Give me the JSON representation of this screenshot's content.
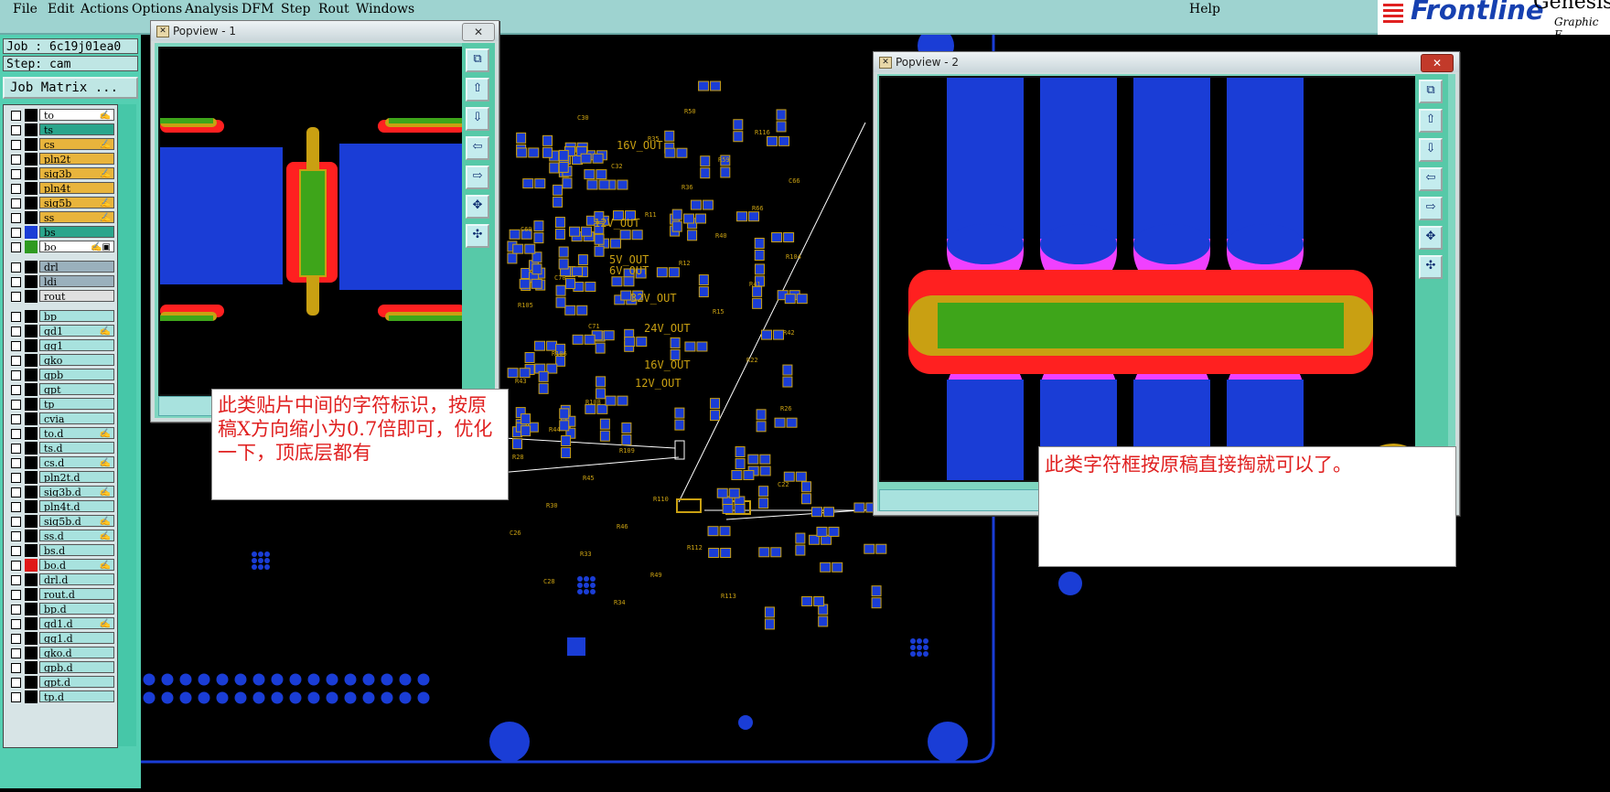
{
  "menubar": {
    "items": [
      "File",
      "Edit",
      "Actions",
      "Options",
      "Analysis",
      "DFM",
      "Step",
      "Rout",
      "Windows"
    ],
    "help": "Help"
  },
  "logo": {
    "brand": "Frontline",
    "brand2": "Genesis",
    "subtitle": "Graphic E"
  },
  "job": {
    "job_line": "Job : 6c19j01ea0",
    "step_line": "Step: cam",
    "matrix_button": "Job Matrix ..."
  },
  "layers": [
    {
      "name": "to",
      "color": "#ffffff",
      "swatch": "#000000",
      "mark": "✍"
    },
    {
      "name": "ts",
      "color": "#2aa58c",
      "swatch": "#000000",
      "mark": ""
    },
    {
      "name": "cs",
      "color": "#e8b43c",
      "swatch": "#000000",
      "mark": "✍"
    },
    {
      "name": "pln2t",
      "color": "#e8b43c",
      "swatch": "#000000",
      "mark": ""
    },
    {
      "name": "sig3b",
      "color": "#e8b43c",
      "swatch": "#000000",
      "mark": "✍"
    },
    {
      "name": "pln4t",
      "color": "#e8b43c",
      "swatch": "#000000",
      "mark": ""
    },
    {
      "name": "sig5b",
      "color": "#e8b43c",
      "swatch": "#000000",
      "mark": "✍"
    },
    {
      "name": "ss",
      "color": "#e8b43c",
      "swatch": "#000000",
      "mark": "✍"
    },
    {
      "name": "bs",
      "color": "#2aa58c",
      "swatch": "#1a3dd6",
      "mark": ""
    },
    {
      "name": "bo",
      "color": "#ffffff",
      "swatch": "#2e9a20",
      "mark": "✍▣"
    },
    {
      "name": "drl",
      "color": "#9ab0bc",
      "swatch": "#000000",
      "mark": ""
    },
    {
      "name": "ldi",
      "color": "#9ab0bc",
      "swatch": "#000000",
      "mark": ""
    },
    {
      "name": "rout",
      "color": "#e0e0e0",
      "swatch": "#000000",
      "mark": ""
    },
    {
      "name": "bp",
      "color": "#a8e2de",
      "swatch": "#000000",
      "mark": ""
    },
    {
      "name": "gd1",
      "color": "#a8e2de",
      "swatch": "#000000",
      "mark": "✍"
    },
    {
      "name": "gg1",
      "color": "#a8e2de",
      "swatch": "#000000",
      "mark": ""
    },
    {
      "name": "gko",
      "color": "#a8e2de",
      "swatch": "#000000",
      "mark": ""
    },
    {
      "name": "gpb",
      "color": "#a8e2de",
      "swatch": "#000000",
      "mark": ""
    },
    {
      "name": "gpt",
      "color": "#a8e2de",
      "swatch": "#000000",
      "mark": ""
    },
    {
      "name": "tp",
      "color": "#a8e2de",
      "swatch": "#000000",
      "mark": ""
    },
    {
      "name": "cvia",
      "color": "#a8e2de",
      "swatch": "#000000",
      "mark": ""
    },
    {
      "name": "to.d",
      "color": "#a8e2de",
      "swatch": "#000000",
      "mark": "✍"
    },
    {
      "name": "ts.d",
      "color": "#a8e2de",
      "swatch": "#000000",
      "mark": ""
    },
    {
      "name": "cs.d",
      "color": "#a8e2de",
      "swatch": "#000000",
      "mark": "✍"
    },
    {
      "name": "pln2t.d",
      "color": "#a8e2de",
      "swatch": "#000000",
      "mark": ""
    },
    {
      "name": "sig3b.d",
      "color": "#a8e2de",
      "swatch": "#000000",
      "mark": "✍"
    },
    {
      "name": "pln4t.d",
      "color": "#a8e2de",
      "swatch": "#000000",
      "mark": ""
    },
    {
      "name": "sig5b.d",
      "color": "#a8e2de",
      "swatch": "#000000",
      "mark": "✍"
    },
    {
      "name": "ss.d",
      "color": "#a8e2de",
      "swatch": "#000000",
      "mark": "✍"
    },
    {
      "name": "bs.d",
      "color": "#a8e2de",
      "swatch": "#000000",
      "mark": ""
    },
    {
      "name": "bo.d",
      "color": "#a8e2de",
      "swatch": "#e01818",
      "mark": "✍"
    },
    {
      "name": "drl.d",
      "color": "#a8e2de",
      "swatch": "#000000",
      "mark": ""
    },
    {
      "name": "rout.d",
      "color": "#a8e2de",
      "swatch": "#000000",
      "mark": ""
    },
    {
      "name": "bp.d",
      "color": "#a8e2de",
      "swatch": "#000000",
      "mark": ""
    },
    {
      "name": "gd1.d",
      "color": "#a8e2de",
      "swatch": "#000000",
      "mark": "✍"
    },
    {
      "name": "gg1.d",
      "color": "#a8e2de",
      "swatch": "#000000",
      "mark": ""
    },
    {
      "name": "gko.d",
      "color": "#a8e2de",
      "swatch": "#000000",
      "mark": ""
    },
    {
      "name": "gpb.d",
      "color": "#a8e2de",
      "swatch": "#000000",
      "mark": ""
    },
    {
      "name": "gpt.d",
      "color": "#a8e2de",
      "swatch": "#000000",
      "mark": ""
    },
    {
      "name": "tp.d",
      "color": "#a8e2de",
      "swatch": "#000000",
      "mark": ""
    }
  ],
  "popview1": {
    "title": "Popview - 1",
    "close": "✕"
  },
  "popview2": {
    "title": "Popview - 2",
    "close": "✕"
  },
  "note1": {
    "text": "此类贴片中间的字符标识，按原稿X方向缩小为0.7倍即可，优化一下，顶底层都有"
  },
  "note2": {
    "text": "此类字符框按原稿直接掏就可以了。"
  },
  "pcb_labels": [
    "16V_OUT",
    "12V_OUT",
    "5V_OUT",
    "6V_OUT",
    "32V_OUT",
    "24V_OUT",
    "16V_OUT",
    "12V_OUT",
    "C22",
    "C26",
    "C28",
    "C30",
    "C32",
    "R11",
    "R12",
    "R15",
    "R22",
    "R26",
    "R28",
    "R30",
    "R33",
    "R34",
    "R35",
    "R36",
    "R40",
    "R41",
    "R42",
    "R43",
    "R44",
    "R45",
    "R46",
    "R49",
    "R50",
    "R59",
    "R66",
    "R104",
    "R105",
    "R106",
    "R108",
    "R109",
    "R110",
    "R112",
    "R113",
    "R116",
    "C66",
    "C69",
    "C70",
    "C71"
  ],
  "colors": {
    "pad_blue": "#1a3dd6",
    "silk_gold": "#c9a012",
    "mask_red": "#ff2020",
    "fill_green": "#3ea51a",
    "magenta": "#f040ff"
  }
}
